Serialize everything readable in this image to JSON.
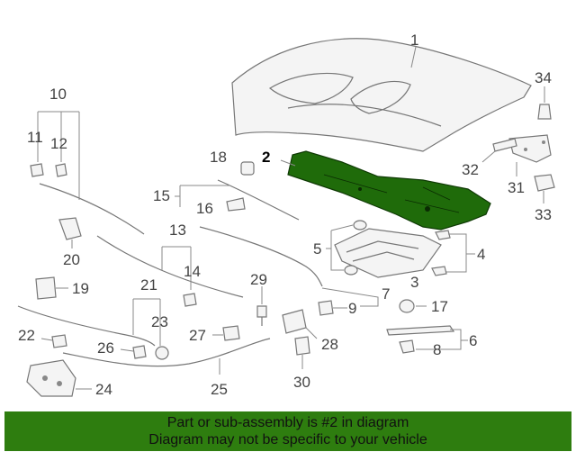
{
  "callouts": {
    "c1": "1",
    "c2": "2",
    "c3": "3",
    "c4": "4",
    "c5": "5",
    "c6": "6",
    "c7": "7",
    "c8": "8",
    "c9": "9",
    "c10": "10",
    "c11": "11",
    "c12": "12",
    "c13": "13",
    "c14": "14",
    "c15": "15",
    "c16": "16",
    "c17": "17",
    "c18": "18",
    "c19": "19",
    "c20": "20",
    "c21": "21",
    "c22": "22",
    "c23": "23",
    "c24": "24",
    "c25": "25",
    "c26": "26",
    "c27": "27",
    "c28": "28",
    "c29": "29",
    "c30": "30",
    "c31": "31",
    "c32": "32",
    "c33": "33",
    "c34": "34"
  },
  "highlight": {
    "part_number": "2",
    "color": "#1f6b0a"
  },
  "banner": {
    "line1": "Part or sub-assembly is #2 in diagram",
    "line2": "Diagram may not be specific to your vehicle",
    "color": "#2e7d0f"
  }
}
